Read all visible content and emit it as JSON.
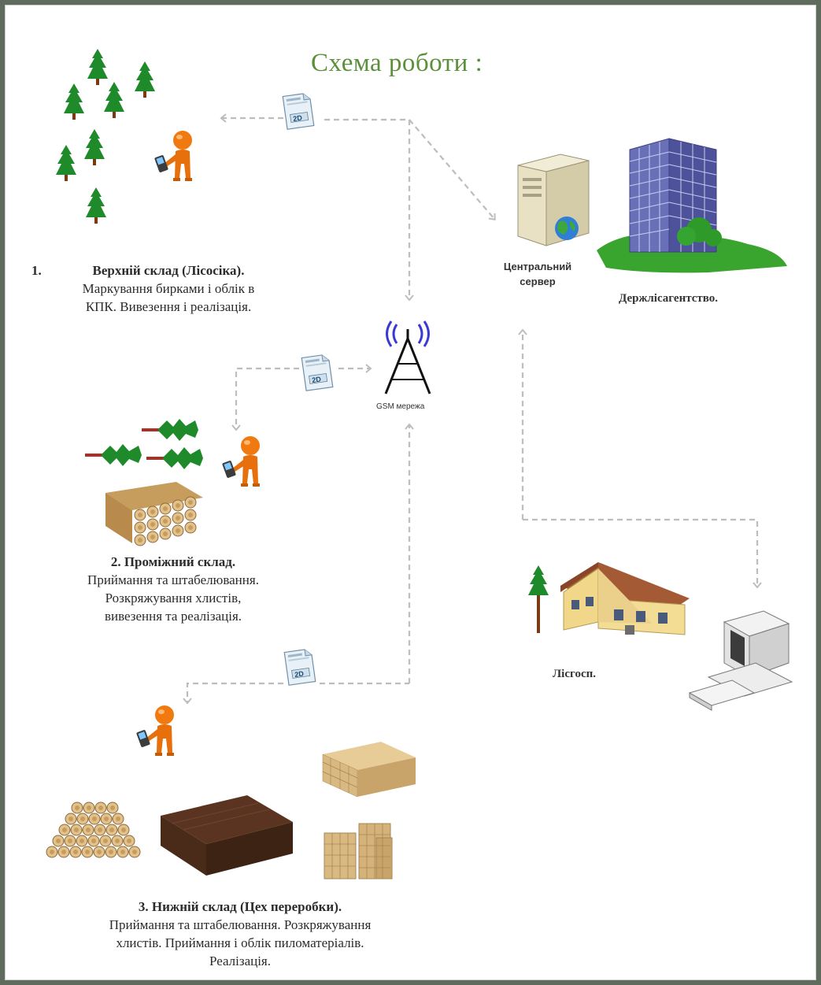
{
  "title": "Схема роботи :",
  "stage1": {
    "number": "1.",
    "heading": "Верхній склад (Лісосіка).",
    "line1": "Маркування бирками і облік в",
    "line2": "КПК. Вивезення і реалізація."
  },
  "stage2": {
    "heading": "2. Проміжний склад.",
    "line1": "Приймання та штабелювання.",
    "line2": "Розкряжування хлистів,",
    "line3": "вивезення та реалізація."
  },
  "stage3": {
    "heading": "3. Нижній склад (Цех переробки).",
    "line1": "Приймання та штабелювання. Розкряжування",
    "line2": "хлистів. Приймання і облік пиломатеріалів.",
    "line3": "Реалізація."
  },
  "server_label": {
    "line1": "Центральний",
    "line2": "сервер"
  },
  "agency_label": "Держлісагентство.",
  "forestry_label": "Лісгосп.",
  "gsm_label": "GSM мережа",
  "doc_badge": "2D",
  "colors": {
    "title": "#5c8f3a",
    "tree": "#1f8a2a",
    "person": "#f07a10",
    "arrow": "#b8b8b8",
    "building": "#5a5fa8",
    "grass": "#3aa52e",
    "wood_light": "#d9b982",
    "wood_dark": "#5a3420"
  },
  "icons": [
    "tree-icon",
    "person-pda-icon",
    "document-2d-icon",
    "server-icon",
    "globe-icon",
    "office-building-icon",
    "gsm-tower-icon",
    "log-pile-icon",
    "lumber-stack-icon",
    "house-icon",
    "desktop-computer-icon"
  ]
}
